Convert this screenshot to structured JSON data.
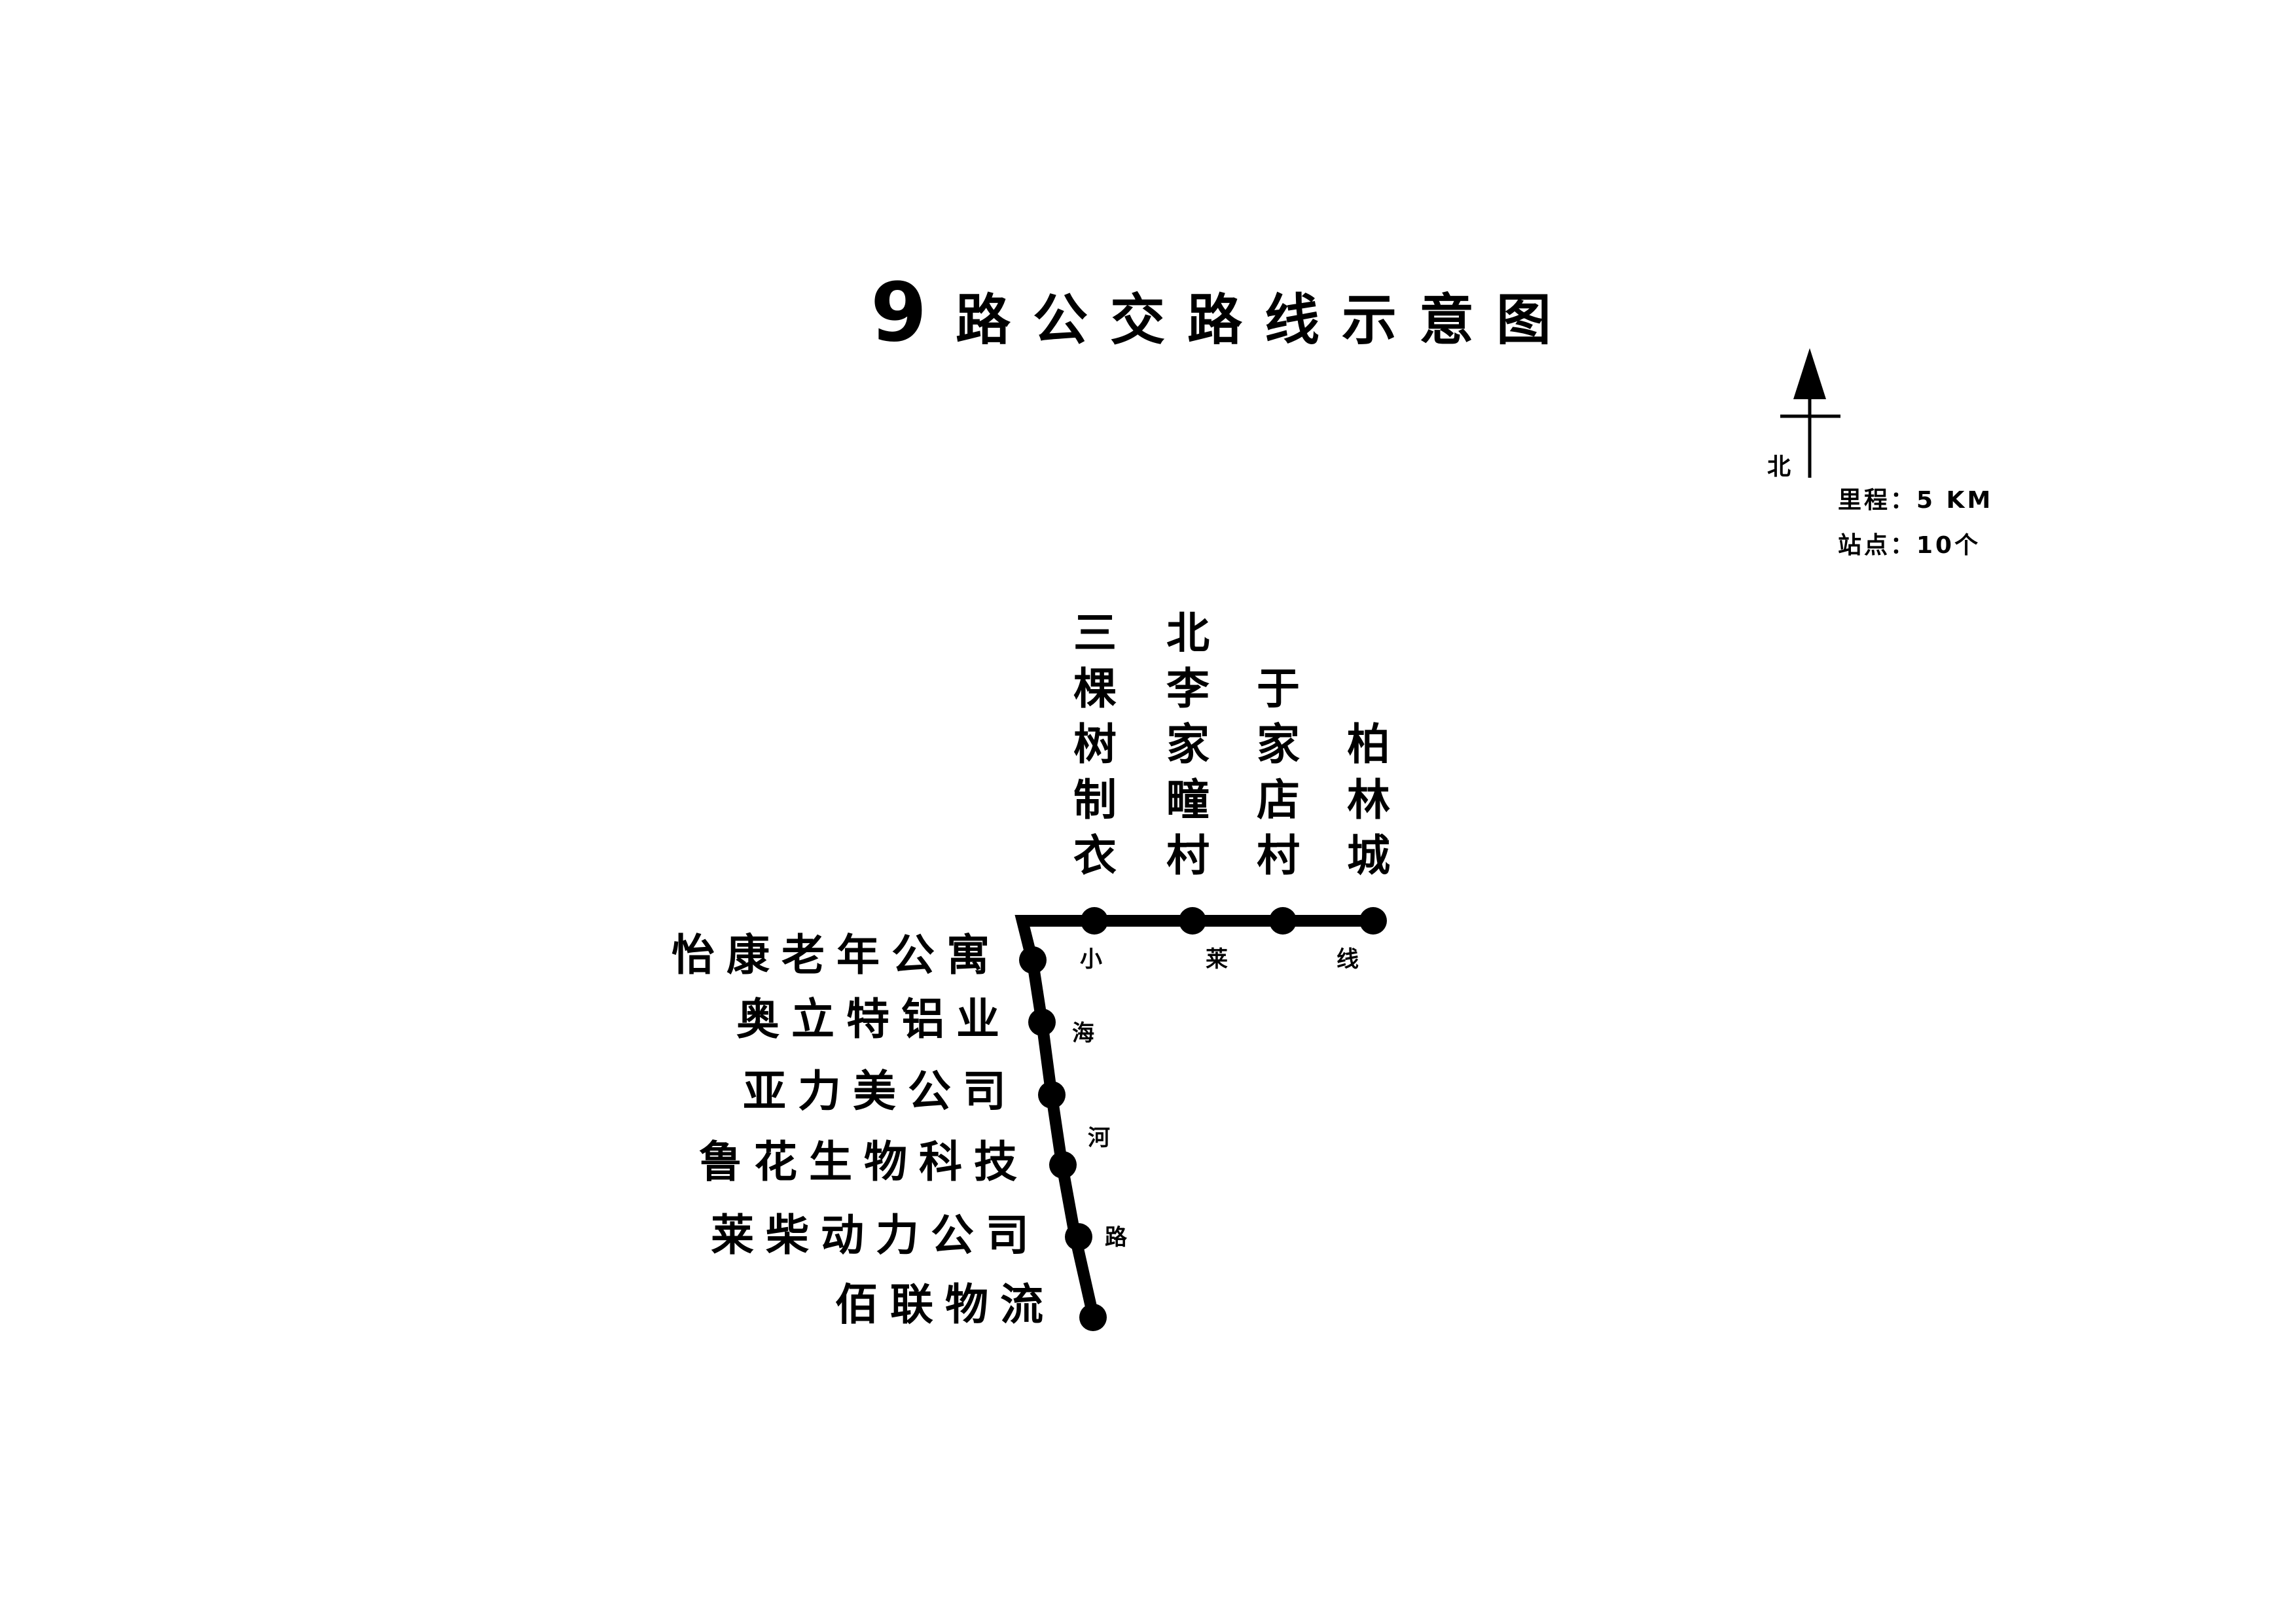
{
  "title": {
    "number": "9",
    "text": "路公交路线示意图"
  },
  "compass": {
    "label": "北"
  },
  "legend": {
    "mileage": "里程：5 KM",
    "stops": "站点：10个"
  },
  "roads": {
    "horizontal": [
      "小",
      "莱",
      "线"
    ],
    "vertical": [
      "海",
      "河",
      "路"
    ]
  },
  "stations_top": [
    {
      "name": "三棵树制衣",
      "chars": [
        "三",
        "棵",
        "树",
        "制",
        "衣"
      ]
    },
    {
      "name": "北李家疃村",
      "chars": [
        "北",
        "李",
        "家",
        "疃",
        "村"
      ]
    },
    {
      "name": "于家店村",
      "chars": [
        "于",
        "家",
        "店",
        "村"
      ]
    },
    {
      "name": "柏林城",
      "chars": [
        "柏",
        "林",
        "城"
      ]
    }
  ],
  "stations_left": [
    "怡康老年公寓",
    "奥立特铝业",
    "亚力美公司",
    "鲁花生物科技",
    "莱柴动力公司",
    "佰联物流"
  ],
  "colors": {
    "route": "#000000",
    "background": "#ffffff"
  }
}
